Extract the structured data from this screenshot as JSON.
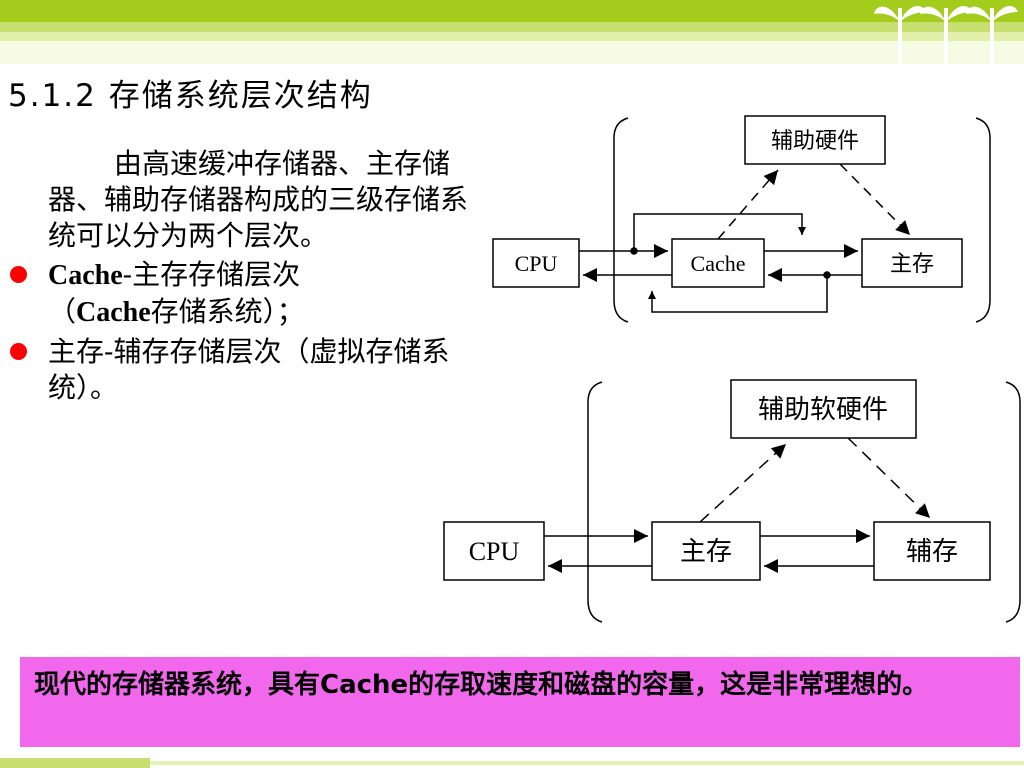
{
  "title": "5.1.2 存储系统层次结构",
  "body": {
    "intro": "由高速缓冲存储器、主存储器、辅助存储器构成的三级存储系统可以分为两个层次。",
    "bullets": [
      {
        "bold": "Cache",
        "text": "-主存存储层次",
        "line2_pre": "（",
        "line2_bold": "Cache",
        "line2_post": "存储系统）；"
      },
      {
        "text": "主存-辅存存储层次（虚拟存储系统）。"
      }
    ]
  },
  "diagram1": {
    "aux": "辅助硬件",
    "cpu": "CPU",
    "cache": "Cache",
    "main": "主存"
  },
  "diagram2": {
    "aux": "辅助软硬件",
    "cpu": "CPU",
    "main": "主存",
    "secondary": "辅存"
  },
  "note": "现代的存储器系统，具有Cache的存取速度和磁盘的容量，这是非常理想的。",
  "colors": {
    "accent_green": "#a3cc1d",
    "bullet": "#ff0000",
    "note_bg": "#f168ec"
  },
  "icons": [
    "sprout-icon"
  ]
}
